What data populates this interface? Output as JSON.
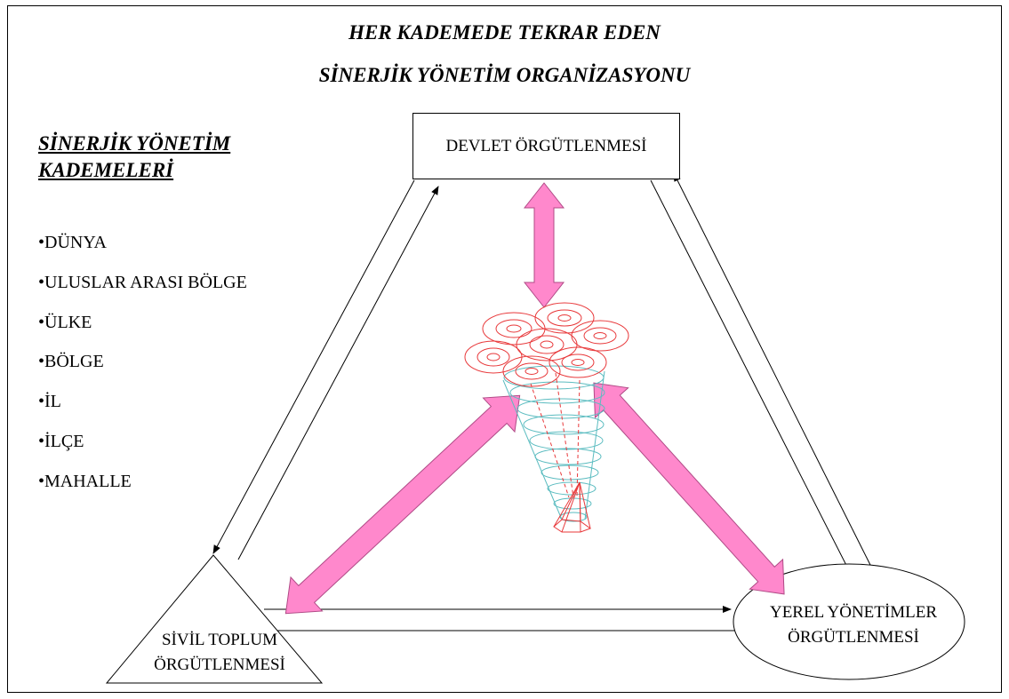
{
  "title": {
    "line1": "HER KADEMEDE TEKRAR EDEN",
    "line2": "SİNERJİK YÖNETİM ORGANİZASYONU"
  },
  "levels_heading": {
    "line1": "SİNERJİK YÖNETİM",
    "line2": "KADEMELERİ"
  },
  "levels": [
    "•DÜNYA",
    "•ULUSLAR ARASI BÖLGE",
    "•ÜLKE",
    "•BÖLGE",
    "•İL",
    "•İLÇE",
    "•MAHALLE"
  ],
  "nodes": {
    "state": "DEVLET ÖRGÜTLENMESİ",
    "local_line1": "YEREL YÖNETİMLER",
    "local_line2": "ÖRGÜTLENMESİ",
    "civil_line1": "SİVİL TOPLUM",
    "civil_line2": "ÖRGÜTLENMESİ"
  },
  "colors": {
    "arrow_fill": "#ff88cc",
    "spiral": "#e8383a",
    "cone": "#5bbcc0"
  }
}
